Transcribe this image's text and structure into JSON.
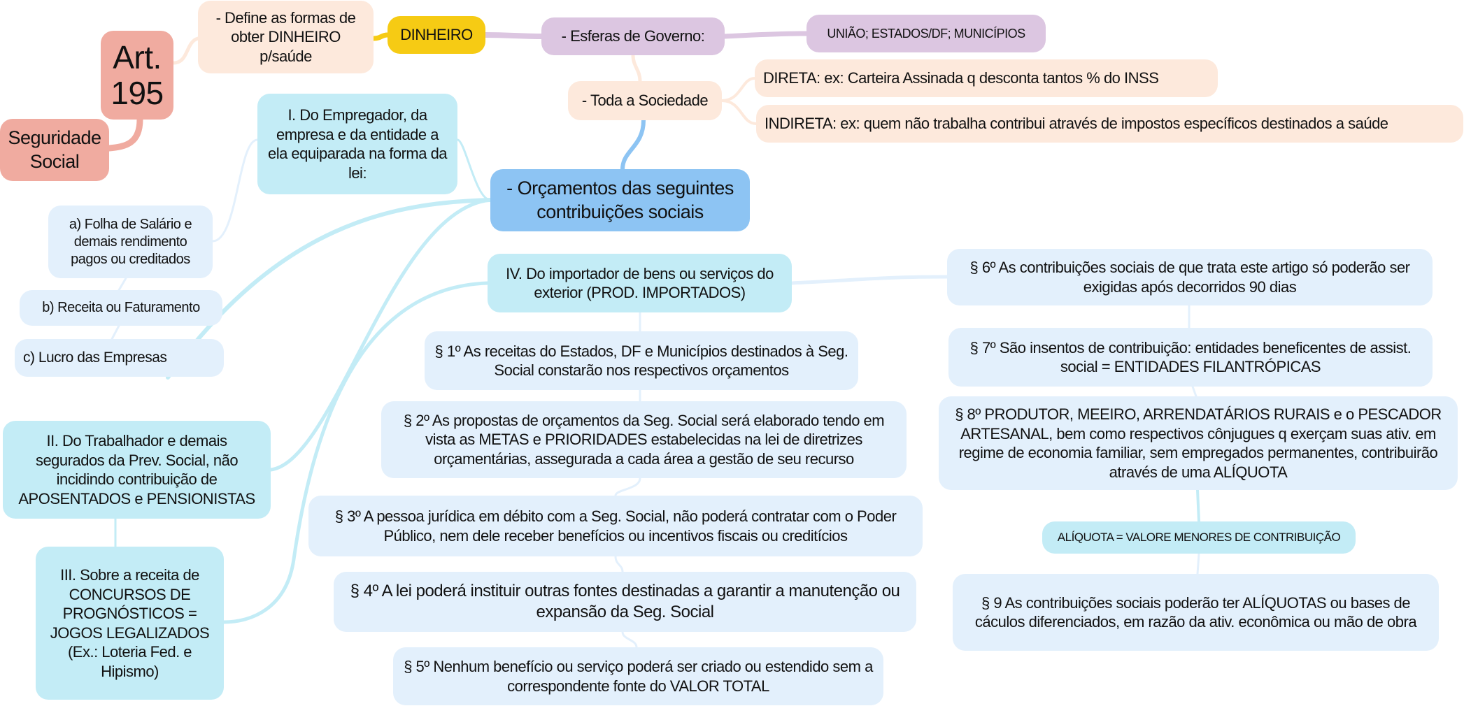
{
  "root": {
    "title": "Art. 195",
    "parent": "Seguridade Social"
  },
  "top": {
    "define": "- Define as formas de obter DINHEIRO p/saúde",
    "dinheiro": "DINHEIRO",
    "esferas": "- Esferas de Governo:",
    "uniao": "UNIÃO; ESTADOS/DF; MUNICÍPIOS",
    "toda_sociedade": "- Toda a Sociedade",
    "direta": "DIRETA: ex: Carteira Assinada q desconta tantos % do INSS",
    "indireta": "INDIRETA: ex: quem não trabalha contribui através de impostos específicos destinados a saúde"
  },
  "center": "- Orçamentos das seguintes contribuições sociais",
  "left": {
    "empregador": "I. Do Empregador, da empresa e da entidade a ela equiparada na forma da lei:",
    "folha": "a) Folha de Salário e demais rendimento pagos ou creditados",
    "receita": "b) Receita ou Faturamento",
    "lucro": "c) Lucro das Empresas",
    "trabalhador": "II. Do Trabalhador e demais segurados da Prev. Social, não incidindo contribuição de APOSENTADOS e PENSIONISTAS",
    "concursos": "III. Sobre a receita de CONCURSOS DE PROGNÓSTICOS = JOGOS LEGALIZADOS (Ex.: Loteria Fed. e Hipismo)"
  },
  "middle": {
    "importador": "IV. Do importador de bens ou serviços do exterior (PROD. IMPORTADOS)",
    "p1": "§ 1º As receitas do Estados, DF e Municípios destinados à Seg. Social constarão nos respectivos orçamentos",
    "p2": "§ 2º As propostas de orçamentos da Seg. Social será elaborado tendo em vista as METAS e PRIORIDADES estabelecidas na lei de diretrizes orçamentárias, assegurada a cada área a gestão de seu recurso",
    "p3": "§ 3º A pessoa jurídica em débito com a Seg. Social, não poderá contratar com o Poder Público, nem dele receber benefícios ou incentivos fiscais ou creditícios",
    "p4": "§ 4º A lei poderá instituir outras fontes destinadas a garantir a manutenção ou expansão da Seg. Social",
    "p5": "§ 5º Nenhum benefício ou serviço poderá ser criado ou estendido sem a correspondente fonte do VALOR TOTAL"
  },
  "right": {
    "p6": "§ 6º As contribuições sociais de que trata este artigo só poderão ser exigidas após decorridos 90 dias",
    "p7": "§ 7º São insentos de contribuição: entidades beneficentes de assist. social = ENTIDADES FILANTRÓPICAS",
    "p8": "§ 8º PRODUTOR, MEEIRO, ARRENDATÁRIOS RURAIS e o PESCADOR ARTESANAL, bem como respectivos cônjugues q exerçam suas ativ. em regime de economia familiar, sem empregados permanentes, contribuirão através de uma ALÍQUOTA",
    "aliquota": "ALÍQUOTA = VALORE MENORES DE CONTRIBUIÇÃO",
    "p9": "§ 9 As contribuições sociais poderão ter ALÍQUOTAS ou bases de cáculos diferenciados, em razão da ativ. econômica ou mão de obra"
  }
}
